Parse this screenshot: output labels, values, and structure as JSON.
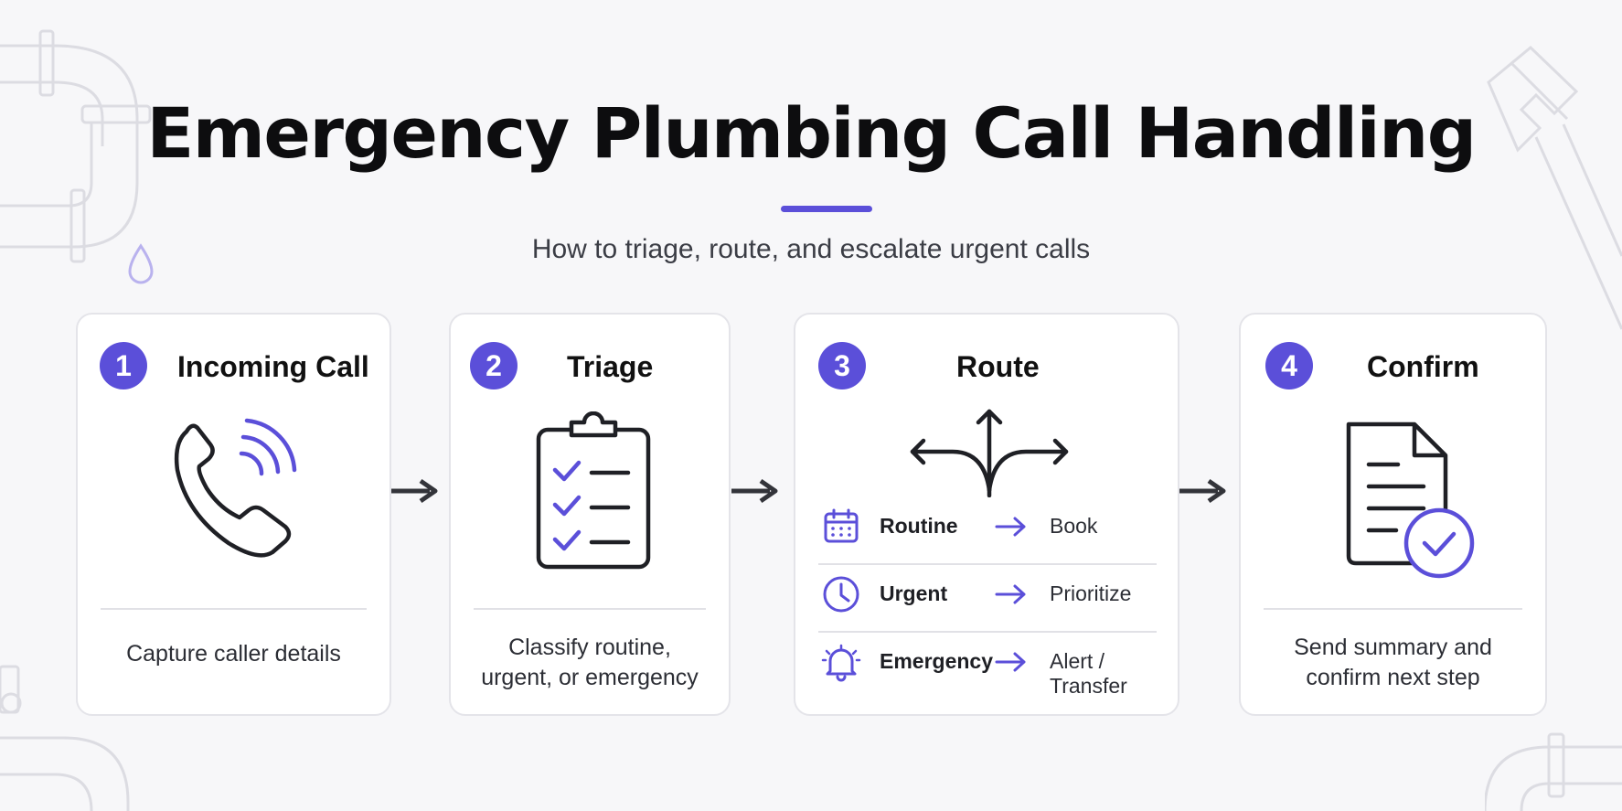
{
  "header": {
    "title": "Emergency Plumbing Call Handling",
    "subtitle": "How to triage, route, and escalate urgent calls"
  },
  "colors": {
    "accent": "#5b4fd9",
    "text": "#111111",
    "card_border": "#e4e4e9",
    "background": "#f7f7f9"
  },
  "steps": [
    {
      "number": "1",
      "title": "Incoming Call",
      "icon": "phone-ringing-icon",
      "description": [
        "Capture caller details"
      ]
    },
    {
      "number": "2",
      "title": "Triage",
      "icon": "clipboard-checklist-icon",
      "description": [
        "Classify routine,",
        "urgent, or emergency"
      ]
    },
    {
      "number": "3",
      "title": "Route",
      "icon": "split-arrows-icon",
      "routes": [
        {
          "icon": "calendar-icon",
          "label": "Routine",
          "action": "Book"
        },
        {
          "icon": "clock-icon",
          "label": "Urgent",
          "action": "Prioritize"
        },
        {
          "icon": "bell-icon",
          "label": "Emergency",
          "action": "Alert / Transfer"
        }
      ]
    },
    {
      "number": "4",
      "title": "Confirm",
      "icon": "document-check-icon",
      "description": [
        "Send summary and",
        "confirm next step"
      ]
    }
  ]
}
